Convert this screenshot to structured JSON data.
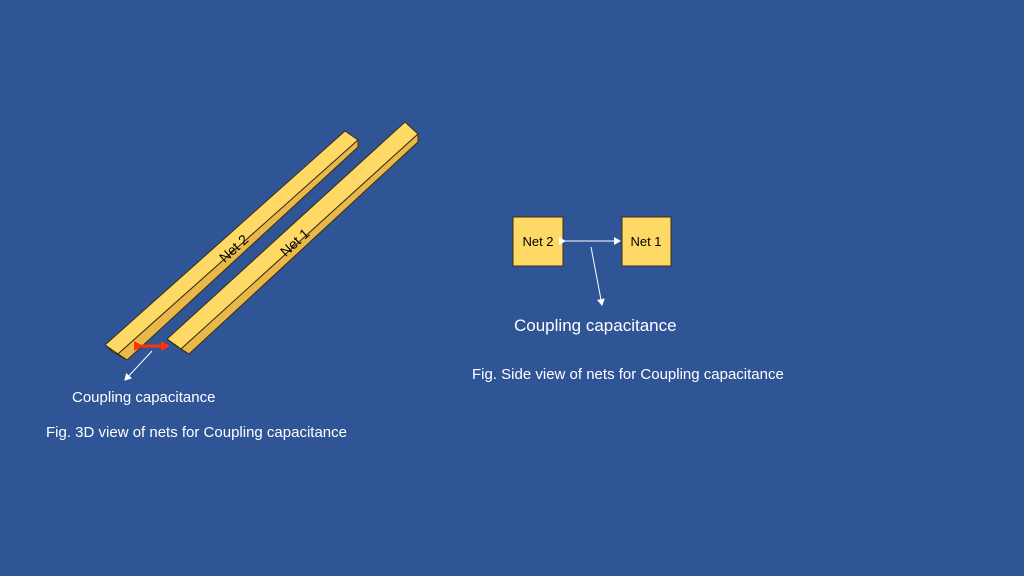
{
  "diagram_3d": {
    "net2_label": "Net 2",
    "net1_label": "Net 1",
    "coupling_label": "Coupling capacitance",
    "caption": "Fig. 3D view of nets for Coupling capacitance"
  },
  "diagram_side": {
    "net2_label": "Net 2",
    "net1_label": "Net 1",
    "coupling_label": "Coupling capacitance",
    "caption": "Fig. Side view of nets for Coupling capacitance"
  },
  "colors": {
    "background": "#2F5597",
    "wire_top": "#FFD966",
    "wire_side": "#E8B94A",
    "wire_end": "#F2C94C",
    "outline": "#3A2E10",
    "coupling_arrow": "#FF3300",
    "pointer": "#FFFFFF"
  }
}
